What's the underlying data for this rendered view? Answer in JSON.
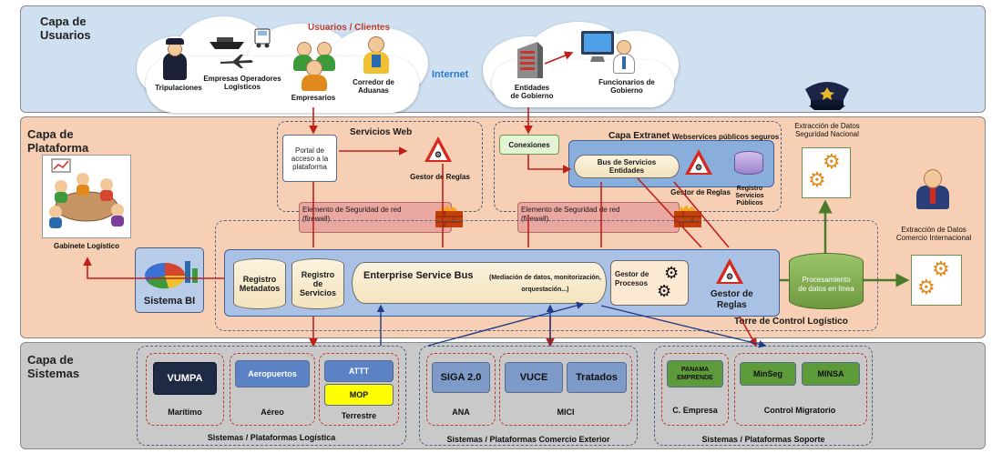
{
  "layers": {
    "usuarios": "Capa de\nUsuarios",
    "plataforma": "Capa de\nPlataforma",
    "sistemas": "Capa de\nSistemas"
  },
  "users_cloud": {
    "heading": "Usuarios / Clientes",
    "tripulaciones": "Tripulaciones",
    "empresas_operadores": "Empresas Operadores\nLogísticos",
    "empresarios": "Empresarios",
    "corredor": "Corredor de\nAduanas"
  },
  "internet": "Internet",
  "gov_cloud": {
    "entidades": "Entidades\nde Gobierno",
    "funcionarios": "Funcionarios de\nGobierno"
  },
  "servicios_web": {
    "title": "Servicios Web",
    "portal": "Portal de\nacceso a la\nplataforma",
    "gestor": "Gestor de Reglas"
  },
  "extranet": {
    "title": "Capa Extranet",
    "webservices": "Webservices públicos seguros",
    "conexiones": "Conexiones",
    "bus": "Bus de Servicios\nEntidades",
    "gestor": "Gestor de Reglas",
    "registro": "Registro\nServicios\nPúblicos"
  },
  "firewall_1": "Elemento de Seguridad de red\n(firewall)",
  "firewall_2": "Elemento de Seguridad de red\n(firewall)",
  "gabinete": "Gabinete Logístico",
  "sistema_bi": "Sistema BI",
  "core": {
    "registro_metadatos": "Registro\nMetadatos",
    "registro_servicios": "Registro\nde\nServicios",
    "esb_title": "Enterprise Service Bus",
    "esb_detail": "(Mediación de datos, monitorización,\norquestación...)",
    "gestor_procesos": "Gestor de\nProcesos",
    "gestor_reglas": "Gestor de\nReglas",
    "torre": "Torre de Control Logístico"
  },
  "procesamiento": "Procesamiento\nde datos en línea",
  "extraccion_seguridad": "Extracción de Datos\nSeguridad Nacional",
  "extraccion_comercio": "Extracción de Datos\nComercio Internacional",
  "sistemas": {
    "logistica": {
      "footer": "Sistemas / Plataformas Logística",
      "vumpa": "VUMPA",
      "maritimo": "Marítimo",
      "aeropuertos": "Aeropuertos",
      "aereo": "Aéreo",
      "attt": "ATTT",
      "mop": "MOP",
      "terrestre": "Terrestre"
    },
    "comercio": {
      "footer": "Sistemas / Plataformas Comercio Exterior",
      "siga": "SIGA 2.0",
      "ana": "ANA",
      "vuce": "VUCE",
      "tratados": "Tratados",
      "mici": "MICI"
    },
    "soporte": {
      "footer": "Sistemas / Plataformas Soporte",
      "panama": "PANAMA\nEMPRENDE",
      "c_empresa": "C. Empresa",
      "minseg": "MinSeg",
      "minsa": "MINSA",
      "control": "Control Migratorio"
    }
  }
}
